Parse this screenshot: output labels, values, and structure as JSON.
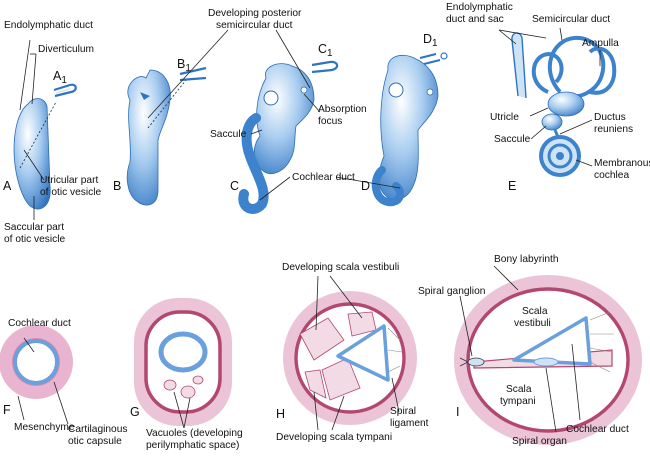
{
  "labels": {
    "endolymphatic_duct": "Endolymphatic duct",
    "diverticulum": "Diverticulum",
    "a1": "A",
    "b1": "B",
    "c1": "C",
    "d1": "D",
    "sub1": "1",
    "dev_post_line1": "Developing posterior",
    "dev_post_line2": "semicircular duct",
    "endo_sac_line1": "Endolymphatic",
    "endo_sac_line2": "duct and sac",
    "semicircular_duct": "Semicircular duct",
    "ampulla": "Ampulla",
    "utricle": "Utricle",
    "ductus_line1": "Ductus",
    "ductus_line2": "reuniens",
    "saccule_c": "Saccule",
    "saccule_e": "Saccule",
    "absorption_line1": "Absorption",
    "absorption_line2": "focus",
    "membranous_line1": "Membranous",
    "membranous_line2": "cochlea",
    "utricular_line1": "Utricular part",
    "utricular_line2": "of otic vesicle",
    "saccular_line1": "Saccular part",
    "saccular_line2": "of otic vesicle",
    "cochlear_duct_top": "Cochlear duct",
    "cochlear_duct_f": "Cochlear duct",
    "mesenchyme": "Mesenchyme",
    "cart_line1": "Cartilaginous",
    "cart_line2": "otic capsule",
    "vacuoles_line1": "Vacuoles (developing",
    "vacuoles_line2": "perilymphatic space)",
    "dev_scala_vestibuli": "Developing scala vestibuli",
    "spiral_lig_line1": "Spiral",
    "spiral_lig_line2": "ligament",
    "dev_scala_tympani": "Developing scala tympani",
    "bony_labyrinth": "Bony labyrinth",
    "spiral_ganglion": "Spiral ganglion",
    "scala_v_line1": "Scala",
    "scala_v_line2": "vestibuli",
    "scala_t_line1": "Scala",
    "scala_t_line2": "tympani",
    "cochlear_duct_i": "Cochlear duct",
    "spiral_organ": "Spiral organ"
  },
  "panels": [
    "A",
    "B",
    "C",
    "D",
    "E",
    "F",
    "G",
    "H",
    "I"
  ],
  "colors": {
    "membranous_blue": "#4b8fd6",
    "membranous_light": "#cfe3f7",
    "capsule_pink": "#e9b4cf",
    "bone_wall": "#b2476f"
  }
}
